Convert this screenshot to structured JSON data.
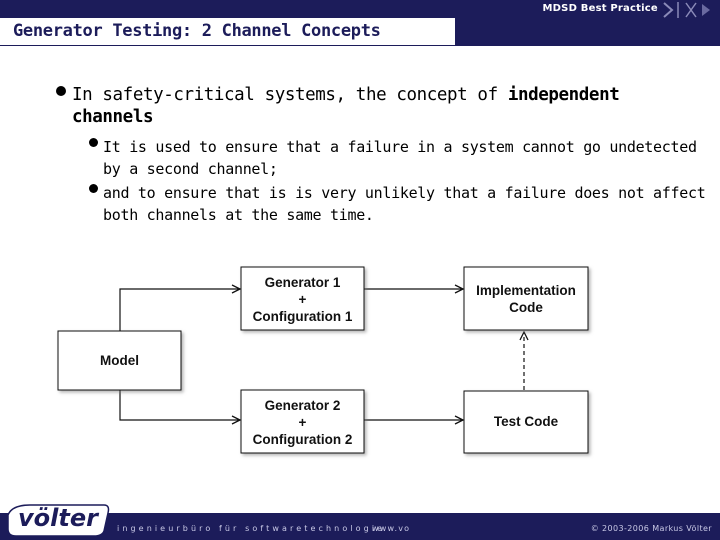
{
  "header": {
    "top_label": "MDSD Best Practices",
    "title": "Generator Testing: 2 Channel Concepts"
  },
  "bullets": {
    "b1_pre": "In safety-critical systems, the concept of ",
    "b1_bold": "independent channels",
    "b2": "It is used to ensure that a failure in a system cannot go undetected by a second channel;",
    "b3": "and to ensure that is is very unlikely that a failure does not affect both channels at the same time."
  },
  "diagram": {
    "model": "Model",
    "gen1": [
      "Generator 1",
      "+",
      "Configuration 1"
    ],
    "gen2": [
      "Generator 2",
      "+",
      "Configuration 2"
    ],
    "impl": [
      "Implementation",
      "Code"
    ],
    "test": "Test Code"
  },
  "footer": {
    "logo": "völter",
    "tagline": "ingenieurbüro für softwaretechnologie",
    "url": "www.vo",
    "copyright": "© 2003-2006 Markus Völter"
  },
  "colors": {
    "navy": "#1c1c5a",
    "footer_text": "#c9c9e6"
  }
}
